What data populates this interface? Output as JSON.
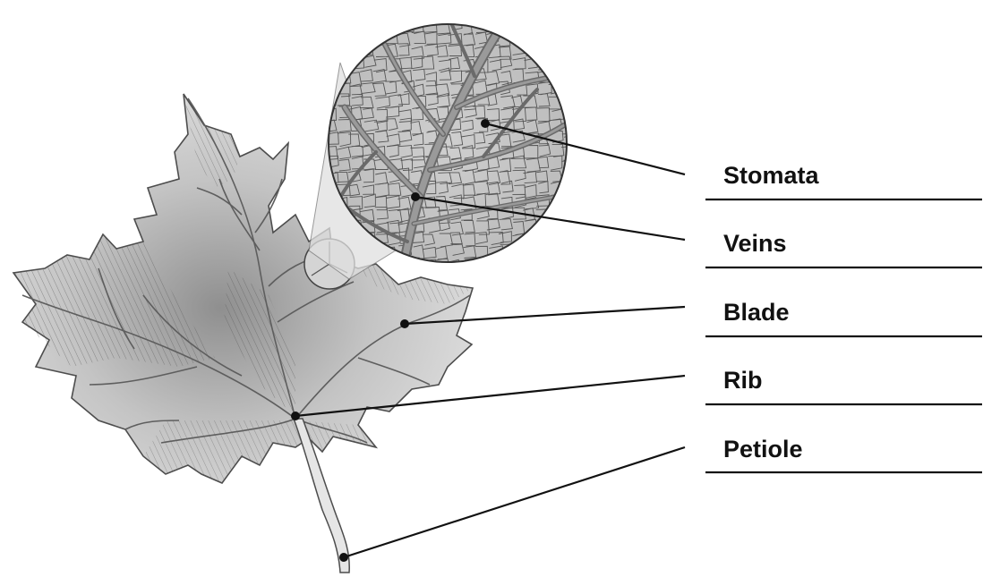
{
  "labels": [
    {
      "id": "stomata",
      "text": "Stomata"
    },
    {
      "id": "veins",
      "text": "Veins"
    },
    {
      "id": "blade",
      "text": "Blade"
    },
    {
      "id": "rib",
      "text": "Rib"
    },
    {
      "id": "petiole",
      "text": "Petiole"
    }
  ],
  "colors": {
    "ink": "#111111",
    "leaf_light": "#d9d9d9",
    "leaf_mid": "#b8b8b8",
    "leaf_dark": "#8c8c8c",
    "vein": "#7a7a7a"
  }
}
